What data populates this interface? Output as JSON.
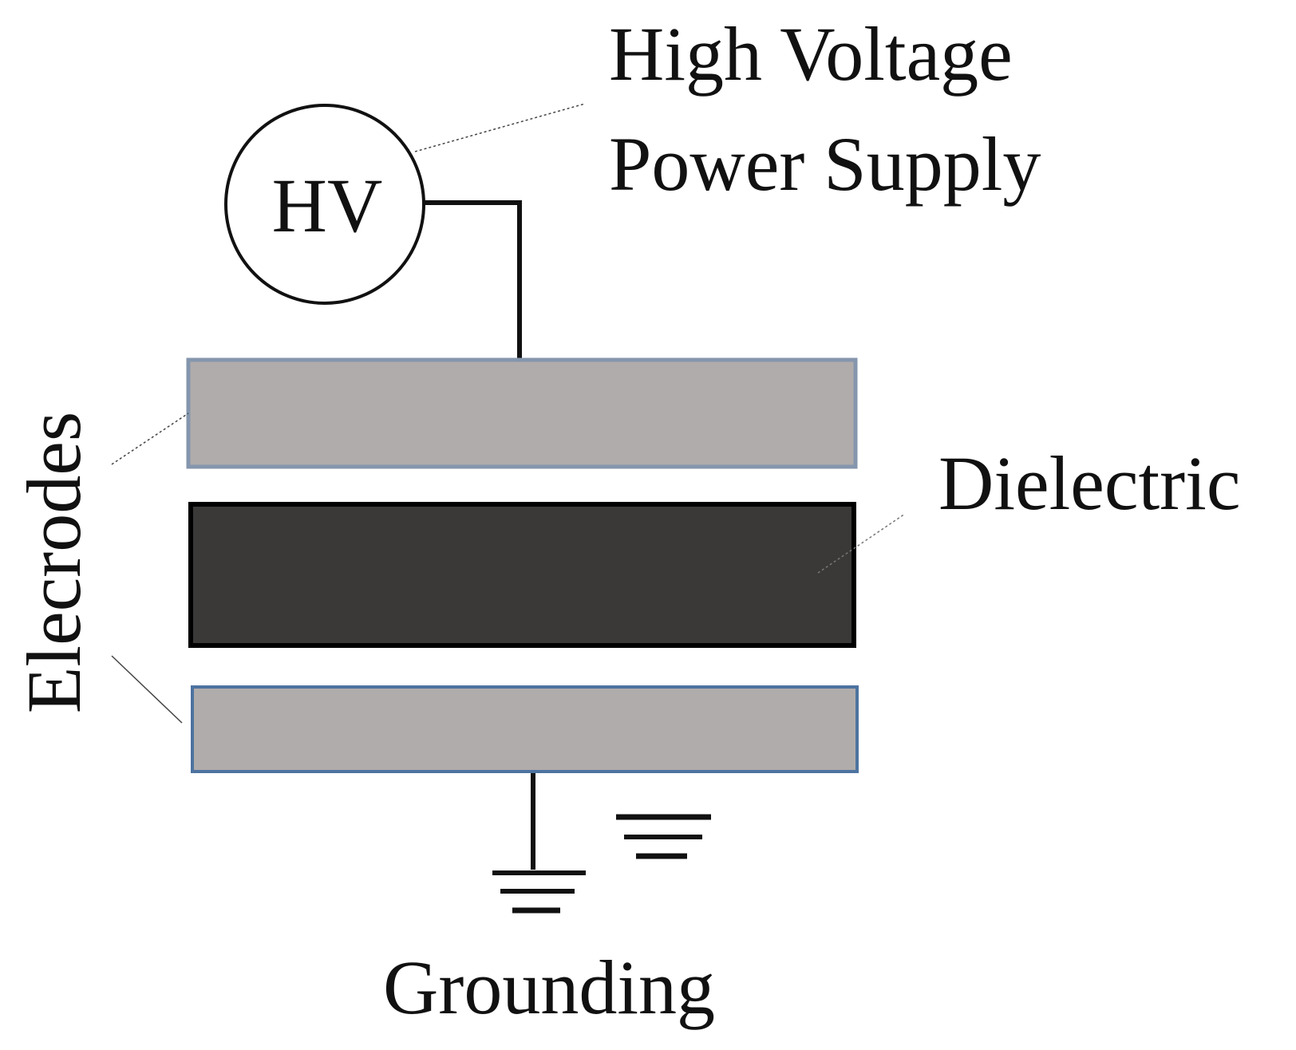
{
  "labels": {
    "hv": "HV",
    "supply_line1": "High Voltage",
    "supply_line2": "Power Supply",
    "electrodes": "Elecrodes",
    "dielectric": "Dielectric",
    "grounding": "Grounding"
  },
  "colors": {
    "background": "#ffffff",
    "electrode_fill": "#b0acab",
    "top_electrode_border": "#8496ad",
    "bottom_electrode_border": "#4d73a0",
    "dielectric_fill": "#3a3938",
    "wire": "#111111",
    "text": "#111111"
  }
}
